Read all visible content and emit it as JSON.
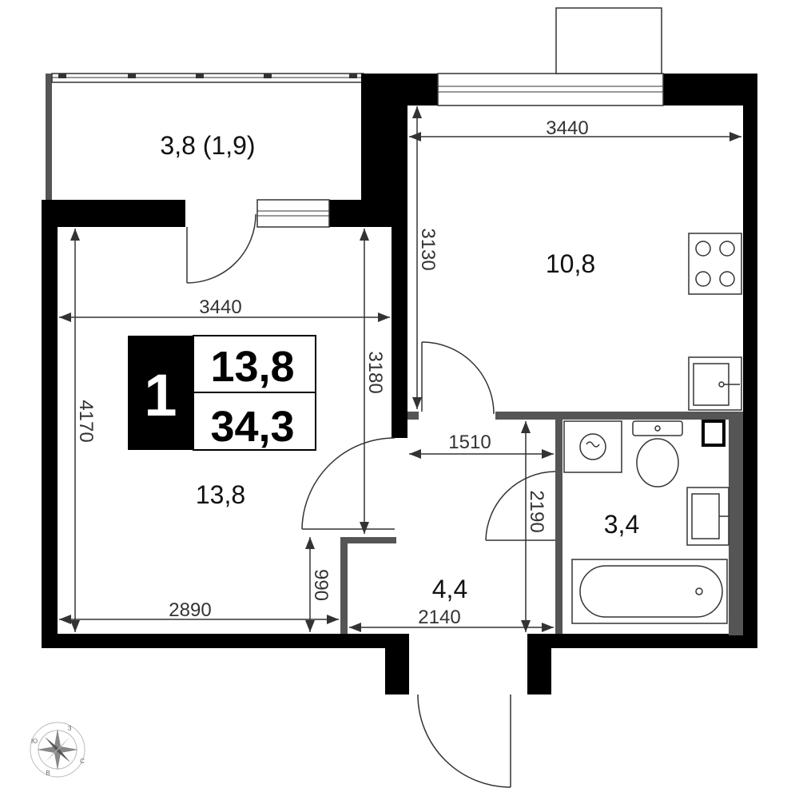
{
  "badge": {
    "rooms": "1",
    "living_area": "13,8",
    "total_area": "34,3"
  },
  "rooms": {
    "balcony": "3,8 (1,9)",
    "living_room": "13,8",
    "kitchen": "10,8",
    "hall": "4,4",
    "bathroom": "3,4"
  },
  "dimensions": {
    "kitchen_width": "3440",
    "kitchen_depth": "3130",
    "living_width": "3440",
    "living_depth_right": "3180",
    "living_depth_left": "4170",
    "living_bottom_width": "2890",
    "small_depth": "990",
    "hall_width_top": "1510",
    "hall_width_bottom": "2140",
    "bath_depth": "2190"
  },
  "compass": {
    "n": "З",
    "w": "Ю",
    "e": "С",
    "s": "В"
  },
  "colors": {
    "wall": "#000000",
    "partition": "#555555",
    "line": "#333333",
    "window": "#ffffff"
  }
}
